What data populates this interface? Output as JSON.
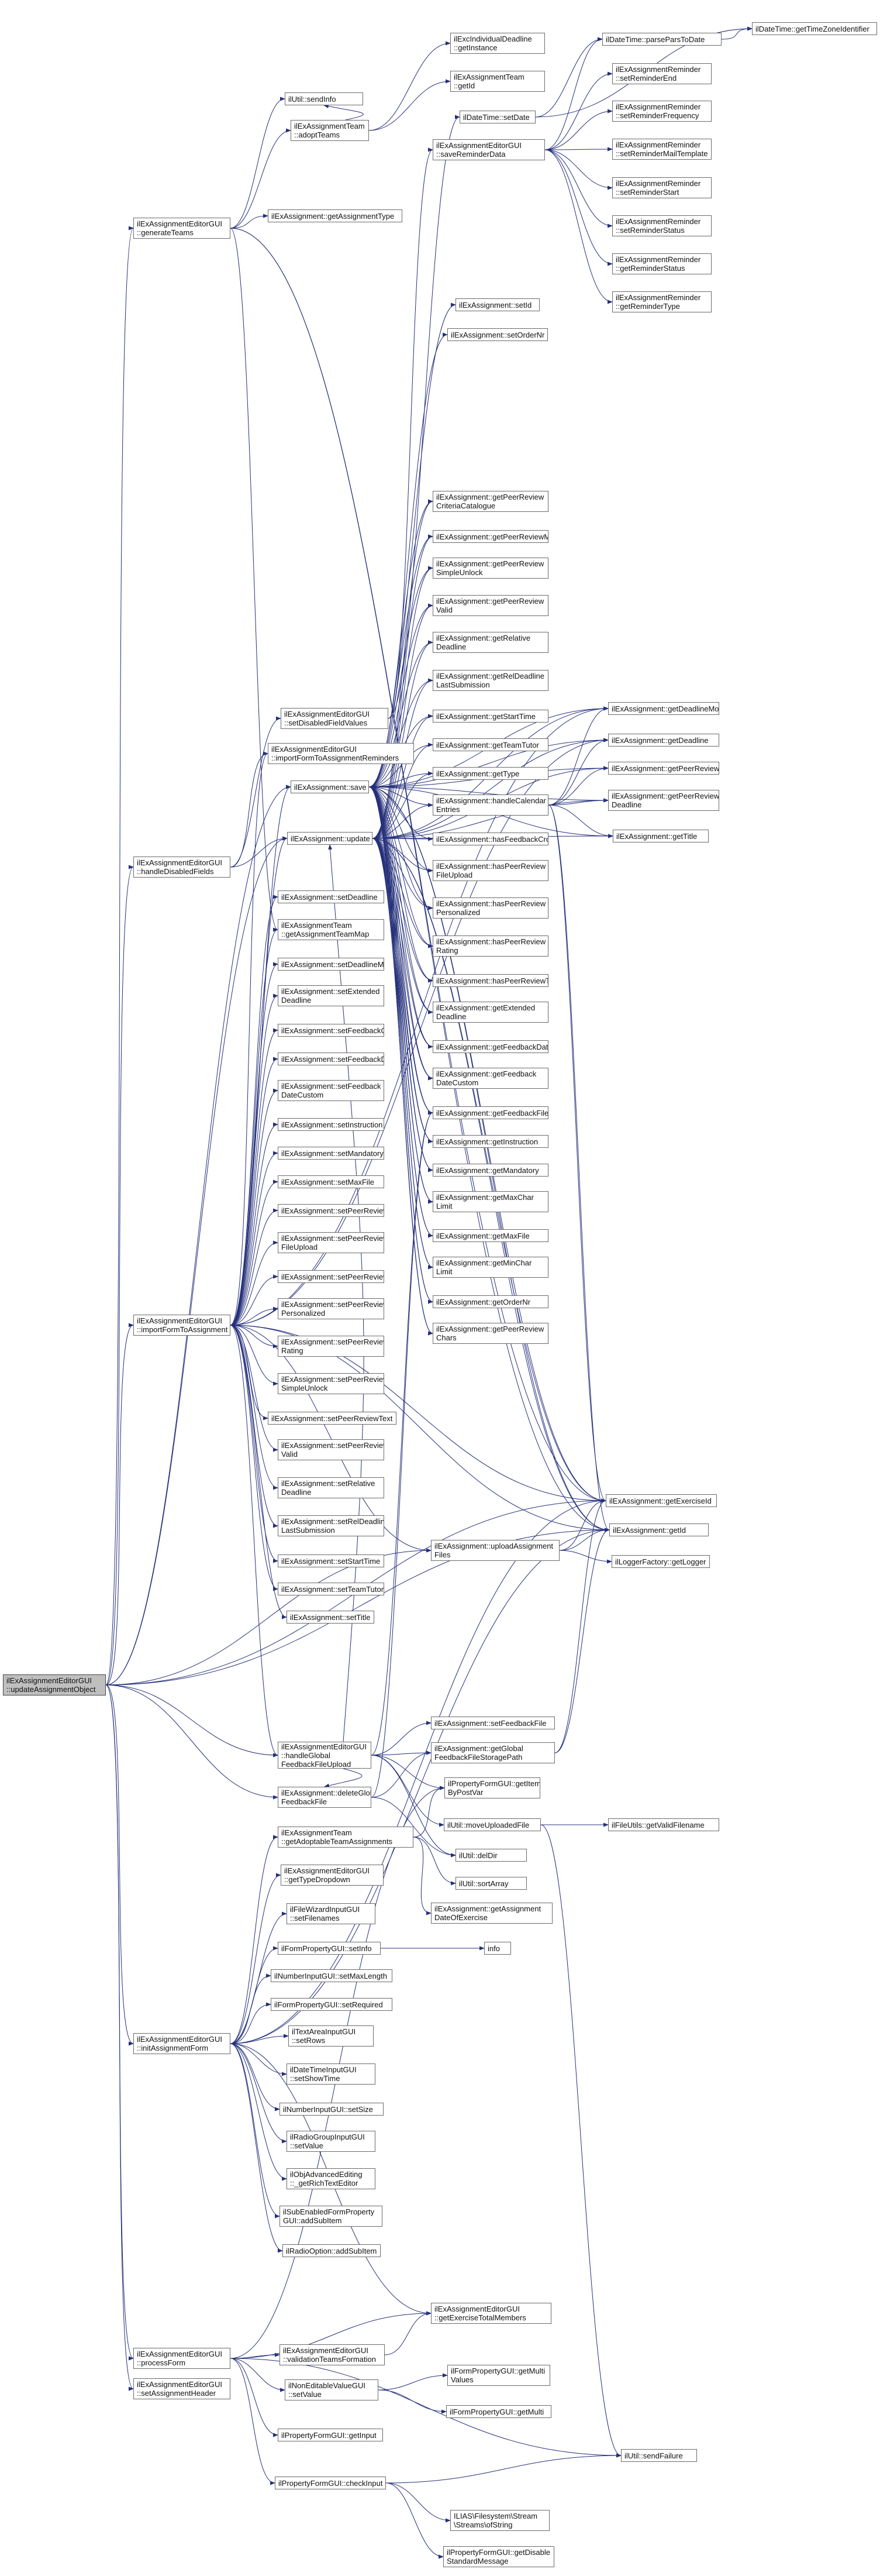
{
  "diagram": {
    "root": "ilExAssignmentEditorGUI\n::updateAssignmentObject",
    "nodes": {
      "root": "ilExAssignmentEditorGUI\n::updateAssignmentObject",
      "genTeams": "ilExAssignmentEditorGUI\n::generateTeams",
      "handleDisabled": "ilExAssignmentEditorGUI\n::handleDisabledFields",
      "importForm": "ilExAssignmentEditorGUI\n::importFormToAssignment",
      "initForm": "ilExAssignmentEditorGUI\n::initAssignmentForm",
      "processForm": "ilExAssignmentEditorGUI\n::processForm",
      "setHeader": "ilExAssignmentEditorGUI\n::setAssignmentHeader",
      "sendInfo": "ilUtil::sendInfo",
      "adoptTeams": "ilExAssignmentTeam\n::adoptTeams",
      "getAssignmentType": "ilExAssignment::getAssignmentType",
      "excIndDeadline": "ilExcIndividualDeadline\n::getInstance",
      "teamGetId": "ilExAssignmentTeam\n::getId",
      "dtSetDate": "ilDateTime::setDate",
      "dtParse": "ilDateTime::parseParsToDate",
      "dtTz": "ilDateTime::getTimeZoneIdentifier",
      "saveReminder": "ilExAssignmentEditorGUI\n::saveReminderData",
      "remSetEnd": "ilExAssignmentReminder\n::setReminderEnd",
      "remSetFreq": "ilExAssignmentReminder\n::setReminderFrequency",
      "remSetMail": "ilExAssignmentReminder\n::setReminderMailTemplate",
      "remSetStart": "ilExAssignmentReminder\n::setReminderStart",
      "remSetStatus": "ilExAssignmentReminder\n::setReminderStatus",
      "remGetStatus": "ilExAssignmentReminder\n::getReminderStatus",
      "remGetType": "ilExAssignmentReminder\n::getReminderType",
      "setId": "ilExAssignment::setId",
      "setOrderNr": "ilExAssignment::setOrderNr",
      "gPRCrit": "ilExAssignment::getPeerReview\nCriteriaCatalogue",
      "gPRMin": "ilExAssignment::getPeerReviewMin",
      "gPRSimple": "ilExAssignment::getPeerReview\nSimpleUnlock",
      "gPRValid": "ilExAssignment::getPeerReview\nValid",
      "gRelDeadline": "ilExAssignment::getRelative\nDeadline",
      "gRelDeadlineLast": "ilExAssignment::getRelDeadline\nLastSubmission",
      "gStartTime": "ilExAssignment::getStartTime",
      "gTeamTutor": "ilExAssignment::getTeamTutor",
      "gType": "ilExAssignment::getType",
      "handleCal": "ilExAssignment::handleCalendar\nEntries",
      "hasFbCron": "ilExAssignment::hasFeedbackCron",
      "hasPRFile": "ilExAssignment::hasPeerReview\nFileUpload",
      "hasPRPers": "ilExAssignment::hasPeerReview\nPersonalized",
      "hasPRRating": "ilExAssignment::hasPeerReview\nRating",
      "hasPRText": "ilExAssignment::hasPeerReviewText",
      "gExtDeadline": "ilExAssignment::getExtended\nDeadline",
      "gFbDate": "ilExAssignment::getFeedbackDate",
      "gFbDateCustom": "ilExAssignment::getFeedback\nDateCustom",
      "gFbFile": "ilExAssignment::getFeedbackFile",
      "gInstruction": "ilExAssignment::getInstruction",
      "gMandatory": "ilExAssignment::getMandatory",
      "gMaxChar": "ilExAssignment::getMaxChar\nLimit",
      "gMaxFile": "ilExAssignment::getMaxFile",
      "gMinChar": "ilExAssignment::getMinChar\nLimit",
      "gOrderNr": "ilExAssignment::getOrderNr",
      "gPRChars": "ilExAssignment::getPeerReview\nChars",
      "setDisabled": "ilExAssignmentEditorGUI\n::setDisabledFieldValues",
      "importReminders": "ilExAssignmentEditorGUI\n::importFormToAssignmentReminders",
      "save": "ilExAssignment::save",
      "update": "ilExAssignment::update",
      "gDeadlineMode": "ilExAssignment::getDeadlineMode",
      "gDeadline": "ilExAssignment::getDeadline",
      "gPeerReview": "ilExAssignment::getPeerReview",
      "gPRDeadline": "ilExAssignment::getPeerReview\nDeadline",
      "gTitle": "ilExAssignment::getTitle",
      "sDeadline": "ilExAssignment::setDeadline",
      "teamMap": "ilExAssignmentTeam\n::getAssignmentTeamMap",
      "sDeadlineMode": "ilExAssignment::setDeadlineMode",
      "sExtDeadline": "ilExAssignment::setExtended\nDeadline",
      "sFbCron": "ilExAssignment::setFeedbackCron",
      "sFbDate": "ilExAssignment::setFeedbackDate",
      "sFbDateCustom": "ilExAssignment::setFeedback\nDateCustom",
      "sInstruction": "ilExAssignment::setInstruction",
      "sMandatory": "ilExAssignment::setMandatory",
      "sMaxFile": "ilExAssignment::setMaxFile",
      "sPeerReview": "ilExAssignment::setPeerReview",
      "sPRFile": "ilExAssignment::setPeerReview\nFileUpload",
      "sPRMin": "ilExAssignment::setPeerReviewMin",
      "sPRPers": "ilExAssignment::setPeerReview\nPersonalized",
      "sPRRating": "ilExAssignment::setPeerReview\nRating",
      "sPRSimple": "ilExAssignment::setPeerReview\nSimpleUnlock",
      "sPRText": "ilExAssignment::setPeerReviewText",
      "sPRValid": "ilExAssignment::setPeerReview\nValid",
      "sRelDeadline": "ilExAssignment::setRelative\nDeadline",
      "sRelDeadlineLast": "ilExAssignment::setRelDeadline\nLastSubmission",
      "sStartTime": "ilExAssignment::setStartTime",
      "sTeamTutor": "ilExAssignment::setTeamTutor",
      "sTitle": "ilExAssignment::setTitle",
      "gExerciseId": "ilExAssignment::getExerciseId",
      "gId": "ilExAssignment::getId",
      "uploadFiles": "ilExAssignment::uploadAssignment\nFiles",
      "loggerFactory": "ilLoggerFactory::getLogger",
      "sFbFile": "ilExAssignment::setFeedbackFile",
      "handleGlobalFb": "ilExAssignmentEditorGUI\n::handleGlobal\nFeedbackFileUpload",
      "globalFbPath": "ilExAssignment::getGlobal\nFeedbackFileStoragePath",
      "deleteGlobalFb": "ilExAssignment::deleteGlobal\nFeedbackFile",
      "getItemByPost": "ilPropertyFormGUI::getItem\nByPostVar",
      "moveUploaded": "ilUtil::moveUploadedFile",
      "validFilename": "ilFileUtils::getValidFilename",
      "delDir": "ilUtil::delDir",
      "sortArray": "ilUtil::sortArray",
      "assignmentDate": "ilExAssignment::getAssignment\nDateOfExercise",
      "adoptableTeams": "ilExAssignmentTeam\n::getAdoptableTeamAssignments",
      "typeDropdown": "ilExAssignmentEditorGUI\n::getTypeDropdown",
      "fileWizard": "ilFileWizardInputGUI\n::setFilenames",
      "setInfo": "ilFormPropertyGUI::setInfo",
      "info": "info",
      "maxLength": "ilNumberInputGUI::setMaxLength",
      "setRequired": "ilFormPropertyGUI::setRequired",
      "setRows": "ilTextAreaInputGUI\n::setRows",
      "showTime": "ilDateTimeInputGUI\n::setShowTime",
      "setSize": "ilNumberInputGUI::setSize",
      "radioSetValue": "ilRadioGroupInputGUI\n::setValue",
      "richText": "ilObjAdvancedEditing\n::_getRichTextEditor",
      "subEnabled": "ilSubEnabledFormProperty\nGUI::addSubItem",
      "radioOption": "ilRadioOption::addSubItem",
      "exTotalMembers": "ilExAssignmentEditorGUI\n::getExerciseTotalMembers",
      "validTeams": "ilExAssignmentEditorGUI\n::validationTeamsFormation",
      "nonEditable": "ilNonEditableValueGUI\n::setValue",
      "multiValues": "ilFormPropertyGUI::getMulti\nValues",
      "getMulti": "ilFormPropertyGUI::getMulti",
      "getInput": "ilPropertyFormGUI::getInput",
      "checkInput": "ilPropertyFormGUI::checkInput",
      "sendFailure": "ilUtil::sendFailure",
      "streams": "ILIAS\\Filesystem\\Stream\n\\Streams\\ofString",
      "getDisable": "ilPropertyFormGUI::getDisable\nStandardMessage"
    },
    "edges": [
      [
        "root",
        "genTeams"
      ],
      [
        "root",
        "handleDisabled"
      ],
      [
        "root",
        "importForm"
      ],
      [
        "root",
        "initForm"
      ],
      [
        "root",
        "processForm"
      ],
      [
        "root",
        "setHeader"
      ],
      [
        "root",
        "save"
      ],
      [
        "root",
        "update"
      ],
      [
        "root",
        "uploadFiles"
      ],
      [
        "root",
        "handleGlobalFb"
      ],
      [
        "root",
        "deleteGlobalFb"
      ],
      [
        "root",
        "gId"
      ],
      [
        "root",
        "gExerciseId"
      ],
      [
        "genTeams",
        "sendInfo"
      ],
      [
        "genTeams",
        "adoptTeams"
      ],
      [
        "genTeams",
        "getAssignmentType"
      ],
      [
        "genTeams",
        "gId"
      ],
      [
        "genTeams",
        "gExerciseId"
      ],
      [
        "genTeams",
        "teamMap"
      ],
      [
        "adoptTeams",
        "excIndDeadline"
      ],
      [
        "adoptTeams",
        "teamGetId"
      ],
      [
        "adoptTeams",
        "sendInfo"
      ],
      [
        "handleDisabled",
        "setDisabled"
      ],
      [
        "handleDisabled",
        "importReminders"
      ],
      [
        "handleDisabled",
        "update"
      ],
      [
        "setDisabled",
        "dtSetDate"
      ],
      [
        "setDisabled",
        "saveReminder"
      ],
      [
        "dtSetDate",
        "dtParse"
      ],
      [
        "dtParse",
        "dtTz"
      ],
      [
        "dtSetDate",
        "dtTz"
      ],
      [
        "saveReminder",
        "remSetEnd"
      ],
      [
        "saveReminder",
        "remSetFreq"
      ],
      [
        "saveReminder",
        "remSetMail"
      ],
      [
        "saveReminder",
        "remSetStart"
      ],
      [
        "saveReminder",
        "remSetStatus"
      ],
      [
        "saveReminder",
        "remGetStatus"
      ],
      [
        "saveReminder",
        "remGetType"
      ],
      [
        "saveReminder",
        "dtParse"
      ],
      [
        "save",
        "setId"
      ],
      [
        "save",
        "setOrderNr"
      ],
      [
        "save",
        "gPRCrit"
      ],
      [
        "save",
        "gPRMin"
      ],
      [
        "save",
        "gPRSimple"
      ],
      [
        "save",
        "gPRValid"
      ],
      [
        "save",
        "gRelDeadline"
      ],
      [
        "save",
        "gRelDeadlineLast"
      ],
      [
        "save",
        "gStartTime"
      ],
      [
        "save",
        "gTeamTutor"
      ],
      [
        "save",
        "gType"
      ],
      [
        "save",
        "handleCal"
      ],
      [
        "save",
        "hasFbCron"
      ],
      [
        "save",
        "hasPRFile"
      ],
      [
        "save",
        "hasPRPers"
      ],
      [
        "save",
        "hasPRRating"
      ],
      [
        "save",
        "hasPRText"
      ],
      [
        "save",
        "gExtDeadline"
      ],
      [
        "save",
        "gFbDate"
      ],
      [
        "save",
        "gFbDateCustom"
      ],
      [
        "save",
        "gFbFile"
      ],
      [
        "save",
        "gInstruction"
      ],
      [
        "save",
        "gMandatory"
      ],
      [
        "save",
        "gMaxChar"
      ],
      [
        "save",
        "gMaxFile"
      ],
      [
        "save",
        "gMinChar"
      ],
      [
        "save",
        "gOrderNr"
      ],
      [
        "save",
        "gPRChars"
      ],
      [
        "save",
        "gDeadlineMode"
      ],
      [
        "save",
        "gDeadline"
      ],
      [
        "save",
        "gPeerReview"
      ],
      [
        "save",
        "gPRDeadline"
      ],
      [
        "save",
        "gTitle"
      ],
      [
        "save",
        "gExerciseId"
      ],
      [
        "save",
        "gId"
      ],
      [
        "update",
        "gPRCrit"
      ],
      [
        "update",
        "gPRMin"
      ],
      [
        "update",
        "gPRSimple"
      ],
      [
        "update",
        "gPRValid"
      ],
      [
        "update",
        "gRelDeadline"
      ],
      [
        "update",
        "gRelDeadlineLast"
      ],
      [
        "update",
        "gStartTime"
      ],
      [
        "update",
        "gTeamTutor"
      ],
      [
        "update",
        "gType"
      ],
      [
        "update",
        "handleCal"
      ],
      [
        "update",
        "hasFbCron"
      ],
      [
        "update",
        "hasPRFile"
      ],
      [
        "update",
        "hasPRPers"
      ],
      [
        "update",
        "hasPRRating"
      ],
      [
        "update",
        "hasPRText"
      ],
      [
        "update",
        "gExtDeadline"
      ],
      [
        "update",
        "gFbDate"
      ],
      [
        "update",
        "gFbDateCustom"
      ],
      [
        "update",
        "gFbFile"
      ],
      [
        "update",
        "gInstruction"
      ],
      [
        "update",
        "gMandatory"
      ],
      [
        "update",
        "gMaxChar"
      ],
      [
        "update",
        "gMaxFile"
      ],
      [
        "update",
        "gMinChar"
      ],
      [
        "update",
        "gOrderNr"
      ],
      [
        "update",
        "gPRChars"
      ],
      [
        "update",
        "gDeadlineMode"
      ],
      [
        "update",
        "gDeadline"
      ],
      [
        "update",
        "gPeerReview"
      ],
      [
        "update",
        "gPRDeadline"
      ],
      [
        "update",
        "gTitle"
      ],
      [
        "update",
        "gExerciseId"
      ],
      [
        "update",
        "gId"
      ],
      [
        "handleCal",
        "gDeadlineMode"
      ],
      [
        "handleCal",
        "gDeadline"
      ],
      [
        "handleCal",
        "gPeerReview"
      ],
      [
        "handleCal",
        "gPRDeadline"
      ],
      [
        "handleCal",
        "gTitle"
      ],
      [
        "handleCal",
        "gExerciseId"
      ],
      [
        "handleCal",
        "gId"
      ],
      [
        "importForm",
        "sDeadline"
      ],
      [
        "importForm",
        "teamMap"
      ],
      [
        "importForm",
        "sDeadlineMode"
      ],
      [
        "importForm",
        "sExtDeadline"
      ],
      [
        "importForm",
        "sFbCron"
      ],
      [
        "importForm",
        "sFbDate"
      ],
      [
        "importForm",
        "sFbDateCustom"
      ],
      [
        "importForm",
        "sInstruction"
      ],
      [
        "importForm",
        "sMandatory"
      ],
      [
        "importForm",
        "sMaxFile"
      ],
      [
        "importForm",
        "sPeerReview"
      ],
      [
        "importForm",
        "sPRFile"
      ],
      [
        "importForm",
        "sPRMin"
      ],
      [
        "importForm",
        "sPRPers"
      ],
      [
        "importForm",
        "sPRRating"
      ],
      [
        "importForm",
        "sPRSimple"
      ],
      [
        "importForm",
        "sPRText"
      ],
      [
        "importForm",
        "sPRValid"
      ],
      [
        "importForm",
        "sRelDeadline"
      ],
      [
        "importForm",
        "sRelDeadlineLast"
      ],
      [
        "importForm",
        "sStartTime"
      ],
      [
        "importForm",
        "sTeamTutor"
      ],
      [
        "importForm",
        "sTitle"
      ],
      [
        "importForm",
        "importReminders"
      ],
      [
        "importForm",
        "save"
      ],
      [
        "importForm",
        "update"
      ],
      [
        "importForm",
        "uploadFiles"
      ],
      [
        "importForm",
        "handleGlobalFb"
      ],
      [
        "importForm",
        "gExerciseId"
      ],
      [
        "importForm",
        "gId"
      ],
      [
        "importForm",
        "gDeadlineMode"
      ],
      [
        "importForm",
        "gDeadline"
      ],
      [
        "uploadFiles",
        "gExerciseId"
      ],
      [
        "uploadFiles",
        "gId"
      ],
      [
        "uploadFiles",
        "loggerFactory"
      ],
      [
        "handleGlobalFb",
        "sFbFile"
      ],
      [
        "handleGlobalFb",
        "globalFbPath"
      ],
      [
        "handleGlobalFb",
        "getItemByPost"
      ],
      [
        "handleGlobalFb",
        "moveUploaded"
      ],
      [
        "handleGlobalFb",
        "delDir"
      ],
      [
        "handleGlobalFb",
        "deleteGlobalFb"
      ],
      [
        "handleGlobalFb",
        "update"
      ],
      [
        "handleGlobalFb",
        "gFbFile"
      ],
      [
        "deleteGlobalFb",
        "globalFbPath"
      ],
      [
        "deleteGlobalFb",
        "delDir"
      ],
      [
        "deleteGlobalFb",
        "gFbFile"
      ],
      [
        "globalFbPath",
        "gExerciseId"
      ],
      [
        "globalFbPath",
        "gId"
      ],
      [
        "moveUploaded",
        "validFilename"
      ],
      [
        "moveUploaded",
        "sendFailure"
      ],
      [
        "initForm",
        "adoptableTeams"
      ],
      [
        "initForm",
        "typeDropdown"
      ],
      [
        "initForm",
        "fileWizard"
      ],
      [
        "initForm",
        "setInfo"
      ],
      [
        "initForm",
        "maxLength"
      ],
      [
        "initForm",
        "setRequired"
      ],
      [
        "initForm",
        "setRows"
      ],
      [
        "initForm",
        "showTime"
      ],
      [
        "initForm",
        "setSize"
      ],
      [
        "initForm",
        "radioSetValue"
      ],
      [
        "initForm",
        "richText"
      ],
      [
        "initForm",
        "subEnabled"
      ],
      [
        "initForm",
        "radioOption"
      ],
      [
        "initForm",
        "exTotalMembers"
      ],
      [
        "initForm",
        "gExerciseId"
      ],
      [
        "initForm",
        "gId"
      ],
      [
        "adoptableTeams",
        "sortArray"
      ],
      [
        "adoptableTeams",
        "assignmentDate"
      ],
      [
        "adoptableTeams",
        "getItemByPost"
      ],
      [
        "setInfo",
        "info"
      ],
      [
        "processForm",
        "validTeams"
      ],
      [
        "processForm",
        "nonEditable"
      ],
      [
        "processForm",
        "getInput"
      ],
      [
        "processForm",
        "checkInput"
      ],
      [
        "processForm",
        "sendFailure"
      ],
      [
        "processForm",
        "exTotalMembers"
      ],
      [
        "processForm",
        "getItemByPost"
      ],
      [
        "validTeams",
        "exTotalMembers"
      ],
      [
        "nonEditable",
        "multiValues"
      ],
      [
        "nonEditable",
        "getMulti"
      ],
      [
        "checkInput",
        "sendFailure"
      ],
      [
        "checkInput",
        "streams"
      ],
      [
        "checkInput",
        "getDisable"
      ]
    ]
  }
}
